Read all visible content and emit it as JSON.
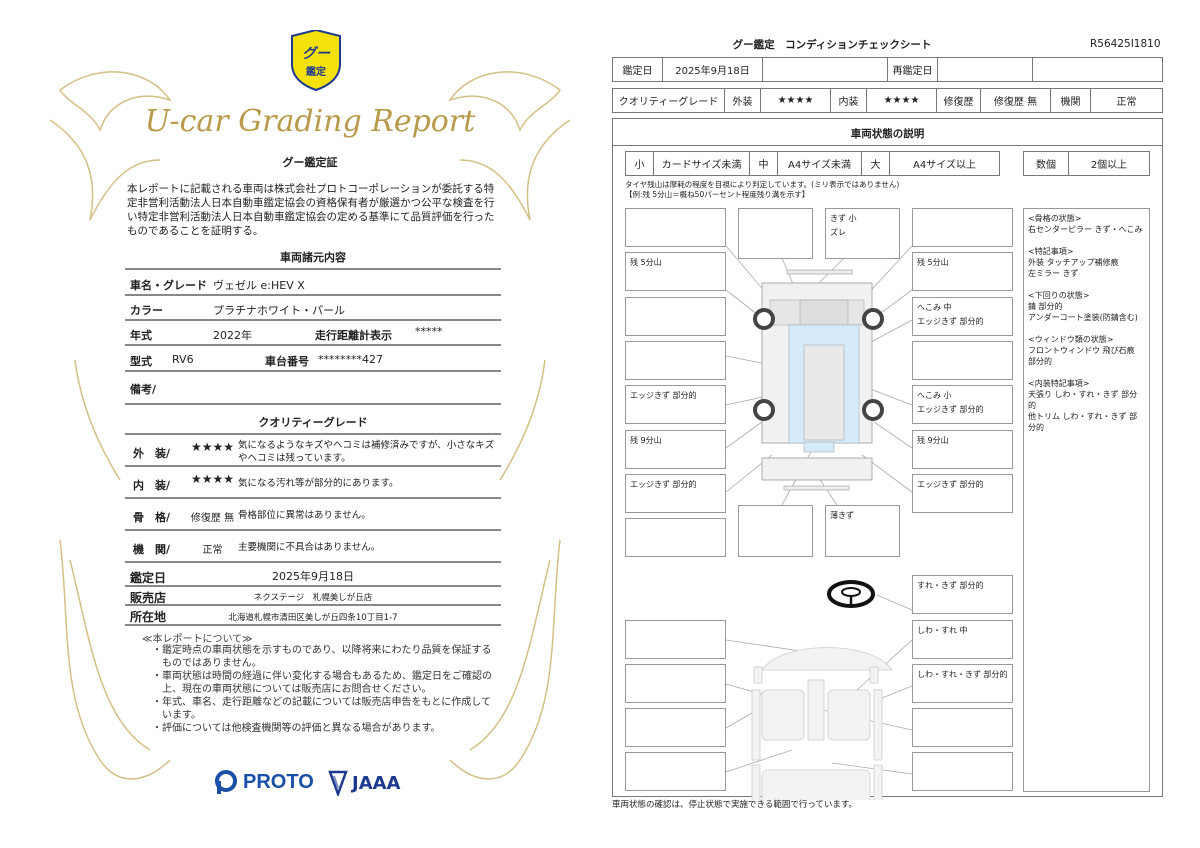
{
  "certificate": {
    "logo_text": "グー鑑定",
    "title": "U-car Grading Report",
    "heading": "グー鑑定証",
    "intro": "本レポートに記載される車両は株式会社プロトコーポレーションが委託する特定非営利活動法人日本自動車鑑定協会の資格保有者が厳選かつ公平な検査を行い特定非営利活動法人日本自動車鑑定協会の定める基準にて品質評価を行ったものであることを証明する。",
    "spec_heading": "車両諸元内容",
    "specs": {
      "name_label": "車名・グレード",
      "name_value": "ヴェゼル e:HEV X",
      "color_label": "カラー",
      "color_value": "プラチナホワイト・パール",
      "year_label": "年式",
      "year_value": "2022年",
      "odometer_label": "走行距離計表示",
      "odometer_value": "*****",
      "model_label": "型式",
      "model_value": "RV6",
      "chassis_label": "車台番号",
      "chassis_value": "********427",
      "remarks_label": "備考/"
    },
    "grade_heading": "クオリティーグレード",
    "grades": [
      {
        "label": "外　装/",
        "value": "★★★★",
        "desc": "気になるようなキズやヘコミは補修済みですが、小さなキズやヘコミは残っています。"
      },
      {
        "label": "内　装/",
        "value": "★★★★",
        "desc": "気になる汚れ等が部分的にあります。"
      },
      {
        "label": "骨　格/",
        "value": "修復歴 無",
        "desc": "骨格部位に異常はありません。"
      },
      {
        "label": "機　関/",
        "value": "正常",
        "desc": "主要機関に不具合はありません。"
      }
    ],
    "date_label": "鑑定日",
    "date_value": "2025年9月18日",
    "dealer_label": "販売店",
    "dealer_value": "ネクステージ　札幌美しが丘店",
    "address_label": "所在地",
    "address_value": "北海道札幌市清田区美しが丘四条10丁目1-7",
    "about_heading": "≪本レポートについて≫",
    "about_items": [
      "鑑定時点の車両状態を示すものであり、以降将来にわたり品質を保証するものではありません。",
      "車両状態は時間の経過に伴い変化する場合もあるため、鑑定日をご確認の上、現在の車両状態については販売店にお問合せください。",
      "年式、車名、走行距離などの記載については販売店申告をもとに作成しています。",
      "評価については他検査機関等の評価と異なる場合があります。"
    ],
    "logo_proto": "PROTO",
    "logo_jaaa": "JAAA"
  },
  "sheet": {
    "title": "グー鑑定　コンディションチェックシート",
    "code": "R56425I1810",
    "date_label": "鑑定日",
    "date_value": "2025年9月18日",
    "redate_label": "再鑑定日",
    "grade_row": [
      "クオリティーグレード",
      "外装",
      "★★★★",
      "内装",
      "★★★★",
      "修復歴",
      "修復歴 無",
      "機関",
      "正常"
    ],
    "desc_heading": "車両状態の説明",
    "size_legend": [
      "小",
      "カードサイズ未満",
      "中",
      "A4サイズ未満",
      "大",
      "A4サイズ以上"
    ],
    "count_legend": [
      "数個",
      "2個以上"
    ],
    "tire_note_1": "タイヤ残山は摩耗の程度を目視により判定しています。(ミリ表示ではありません)",
    "tire_note_2": "【例:残 5分山＝概ね50パーセント程度残り溝を示す】",
    "left_boxes": [
      "",
      "残 5分山",
      "",
      "",
      "エッジきず 部分的",
      "残 9分山",
      "エッジきず 部分的",
      ""
    ],
    "top_boxes": [
      "",
      "きず 小\nズレ"
    ],
    "right_boxes": [
      "",
      "残 5分山",
      "へこみ 中\nエッジきず 部分的",
      "",
      "へこみ 小\nエッジきず 部分的",
      "残 9分山",
      "エッジきず 部分的"
    ],
    "bottom_boxes": [
      "",
      "薄きず"
    ],
    "interior_right_boxes": [
      "すれ・きず 部分的",
      "しわ・すれ 中",
      "しわ・すれ・きず 部分的",
      "",
      ""
    ],
    "interior_left_boxes": [
      "",
      "",
      "",
      ""
    ],
    "notes": [
      "<骨格の状態>\n右センターピラー きず・へこみ",
      "<特記事項>\n外装 タッチアップ補修痕\n左ミラー きず",
      "<下回りの状態>\n錆 部分的\nアンダーコート塗装(防錆含む)",
      "<ウィンドウ類の状態>\nフロントウィンドウ 飛び石痕 部分的",
      "<内装特記事項>\n天張り しわ・すれ・きず 部分的\n他トリム しわ・すれ・きず 部分的"
    ],
    "footer": "車両状態の確認は、停止状態で実施できる範囲で行っています。"
  },
  "colors": {
    "gold": "#b89a4a",
    "logo_yellow": "#f5e10a",
    "logo_blue": "#1d3a8f",
    "proto_blue": "#1a4fa8",
    "glass": "#d6ebfa"
  }
}
